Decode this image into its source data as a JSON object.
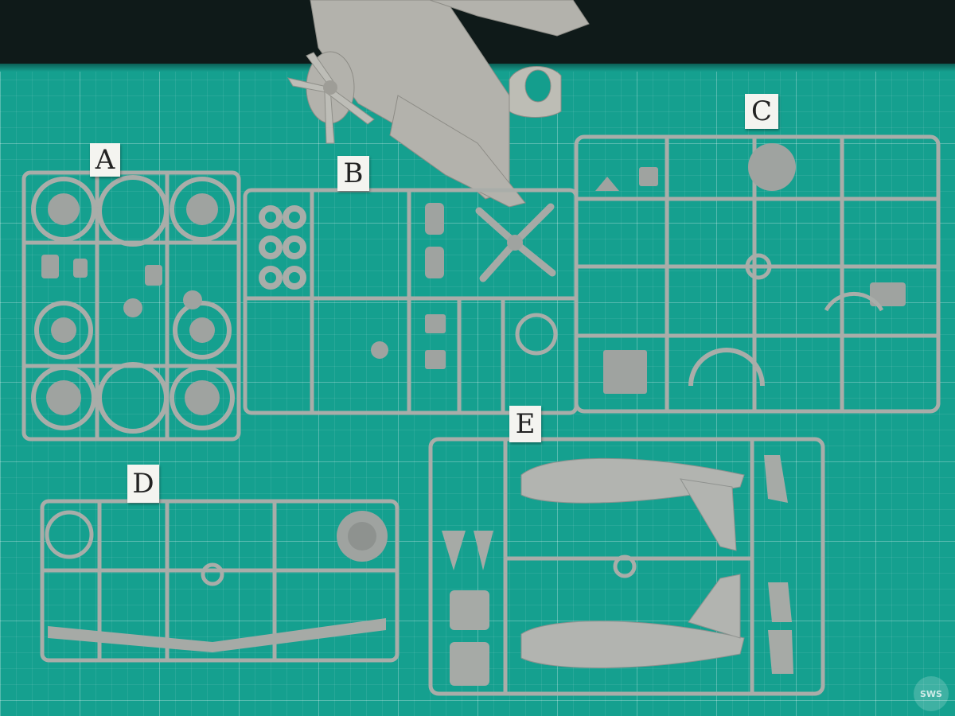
{
  "labels": {
    "a": "A",
    "b": "B",
    "c": "C",
    "d": "D",
    "e": "E"
  },
  "watermark": "SWS",
  "colors": {
    "mat": "#15a08f",
    "plastic": "#a9ada9"
  }
}
